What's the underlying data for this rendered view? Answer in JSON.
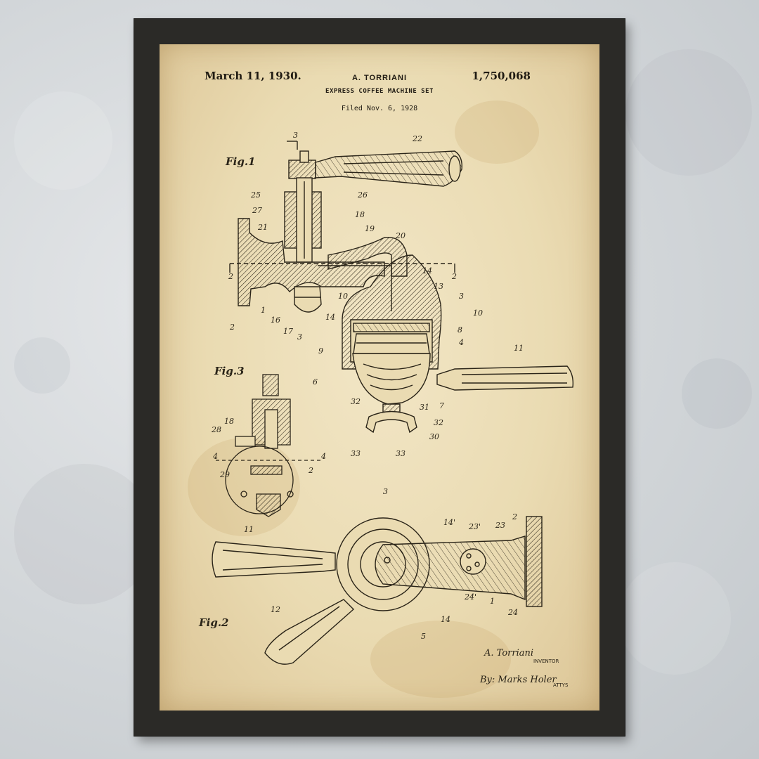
{
  "patent": {
    "date": "March 11, 1930.",
    "inventor": "A. TORRIANI",
    "number": "1,750,068",
    "title": "EXPRESS COFFEE MACHINE SET",
    "filed": "Filed Nov. 6, 1928"
  },
  "figures": {
    "fig1": "Fig.1",
    "fig2": "Fig.2",
    "fig3": "Fig.3"
  },
  "section_marks": {
    "s3_top": "3",
    "s3_bottom": "3",
    "s2_left": "2",
    "s2_right": "2",
    "s4_left": "4",
    "s4_right": "4"
  },
  "fig1_labels": [
    "22",
    "25",
    "26",
    "27",
    "18",
    "21",
    "19",
    "20",
    "14",
    "13",
    "3",
    "10",
    "8",
    "4",
    "11",
    "6",
    "7",
    "31",
    "32",
    "32",
    "30",
    "33",
    "33",
    "2",
    "1",
    "16",
    "17",
    "9",
    "14",
    "10"
  ],
  "fig3_labels": [
    "18",
    "28",
    "29",
    "2"
  ],
  "fig2_labels": [
    "3",
    "11",
    "14'",
    "23'",
    "23",
    "2",
    "24'",
    "1",
    "24",
    "14",
    "12",
    "5"
  ],
  "signature": {
    "inventor_name": "A. Torriani",
    "inventor_caption": "INVENTOR",
    "by_line": "By: Marks Holer",
    "attorney_caption": "ATTYS"
  },
  "colors": {
    "frame": "#2b2a27",
    "paper": "#eadbb2",
    "ink": "#2a2418",
    "wall": "#d2d6d9"
  }
}
